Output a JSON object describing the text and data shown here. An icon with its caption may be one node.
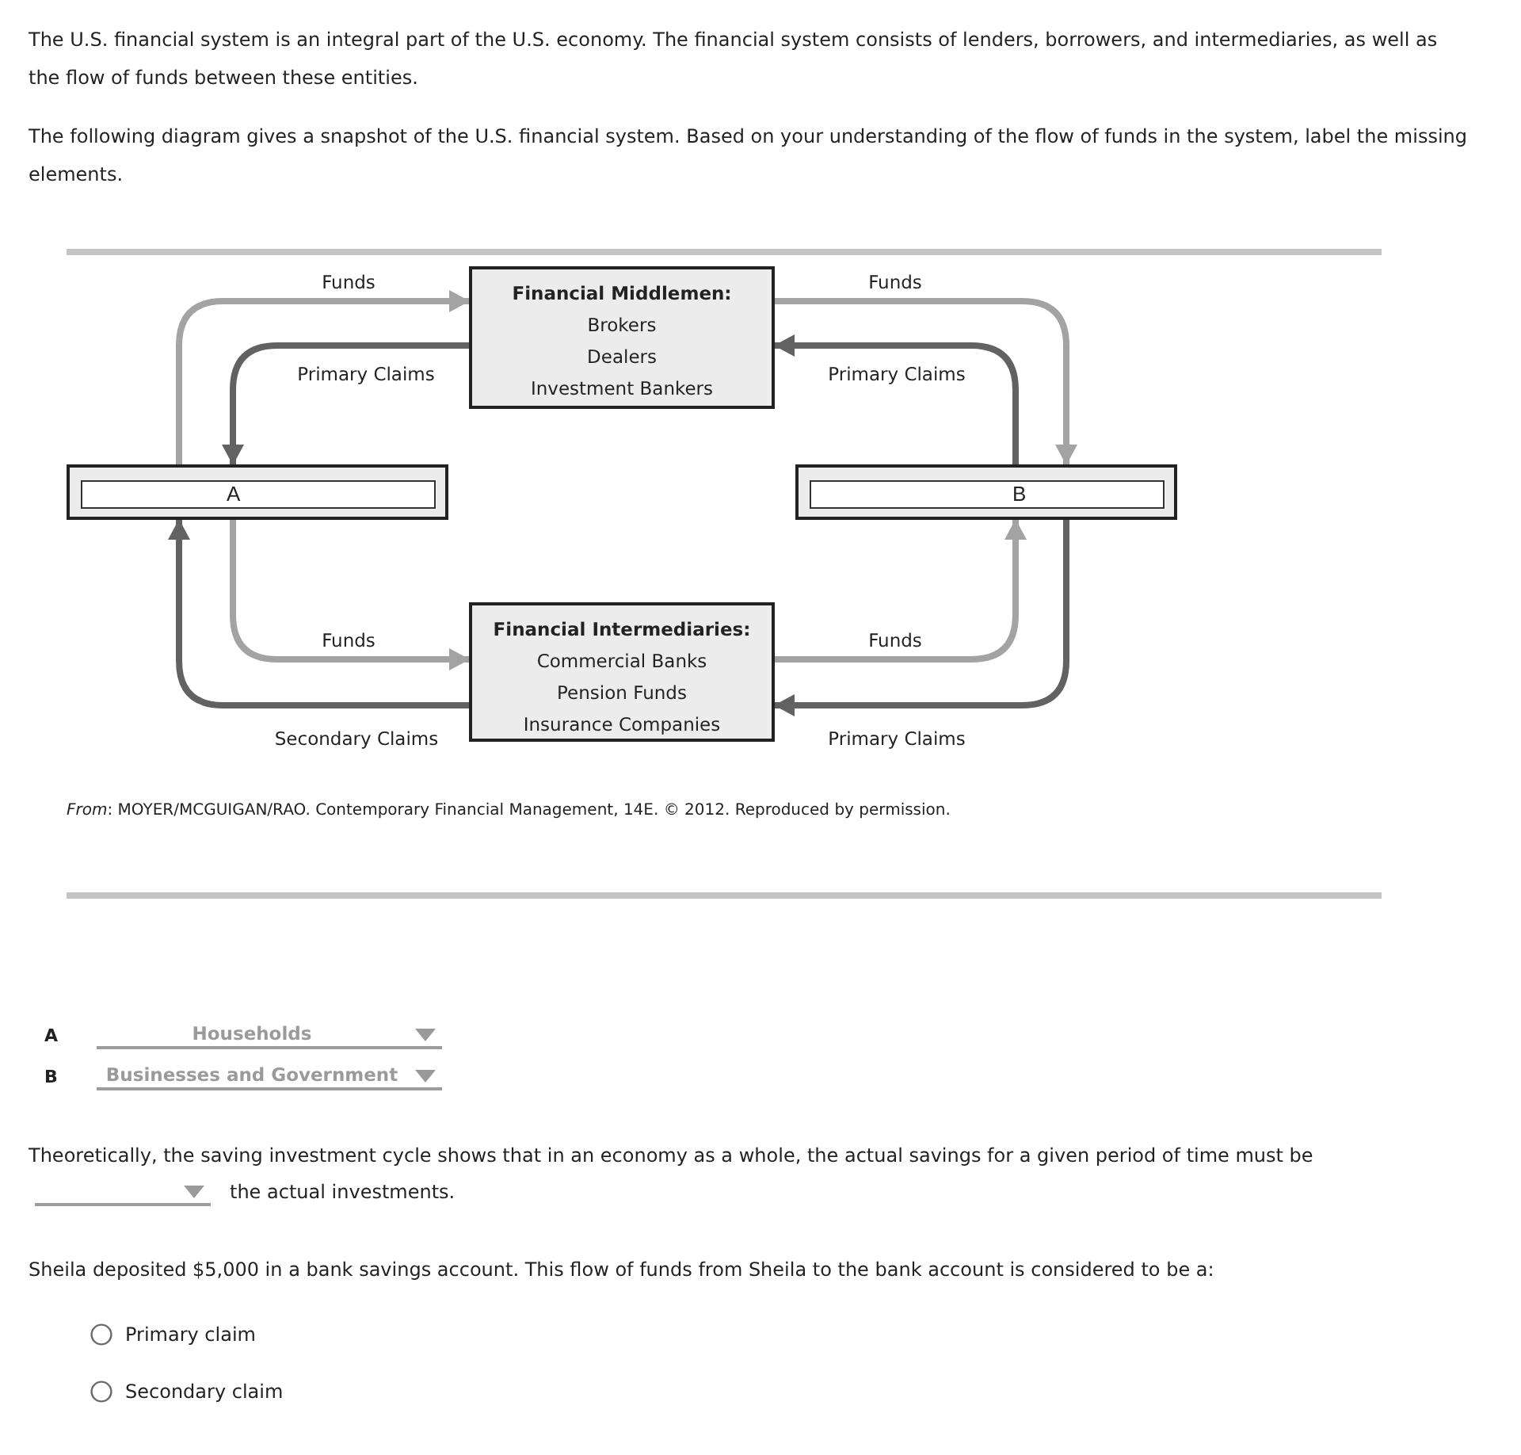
{
  "diagram": {
    "caption": "*From*: MOYER/MCGUIGAN/RAO. Contemporary Financial Management, 14E. © 2012. Reproduced by permission.",
    "nodes": [
      {
        "text": [
          "Financial Middlemen:",
          "Brokers",
          "Dealers",
          "Investment Bankers"
        ]
      },
      {
        "text": [
          "A"
        ]
      },
      {
        "text": [
          "B"
        ]
      },
      {
        "text": [
          "Financial Intermediaries:",
          "Commercial Banks",
          "Pension Funds",
          "Insurance Companies"
        ]
      }
    ],
    "edges": [
      {
        "from": 1,
        "to": 0,
        "arrow": "to",
        "label": "Funds",
        "color": "#a3a3a3"
      },
      {
        "from": 0,
        "to": 1,
        "arrow": "to",
        "label": "Primary Claims",
        "color": "#626262"
      },
      {
        "from": 0,
        "to": 2,
        "arrow": "to",
        "label": "Funds",
        "color": "#a3a3a3"
      },
      {
        "from": 2,
        "to": 0,
        "arrow": "to",
        "label": "Primary Claims",
        "color": "#626262"
      },
      {
        "from": 1,
        "to": 3,
        "arrow": "to",
        "label": "Funds",
        "color": "#a3a3a3"
      },
      {
        "from": 3,
        "to": 1,
        "arrow": "to",
        "label": "Secondary Claims",
        "color": "#626262"
      },
      {
        "from": 3,
        "to": 2,
        "arrow": "to",
        "label": "Funds",
        "color": "#a3a3a3"
      },
      {
        "from": 2,
        "to": 3,
        "arrow": "to",
        "label": "Primary Claims",
        "color": "#626262"
      }
    ],
    "labels": [
      "The U.S. financial system is an integral part of the U.S. economy. The financial system consists of lenders, borrowers, and intermediaries, as well as the flow of funds between these entities.",
      "The following diagram gives a snapshot of the U.S. financial system. Based on your understanding of the flow of funds in the system, label the missing elements.",
      "A",
      "Households",
      "B",
      "Businesses and Government",
      "Theoretically, the saving investment cycle shows that in an economy as a whole, the actual savings for a given period of time must be",
      "the actual investments.",
      "Sheila deposited $5,000 in a bank savings account. This flow of funds from Sheila to the bank account is considered to be a:",
      "Primary claim",
      "Secondary claim"
    ]
  }
}
